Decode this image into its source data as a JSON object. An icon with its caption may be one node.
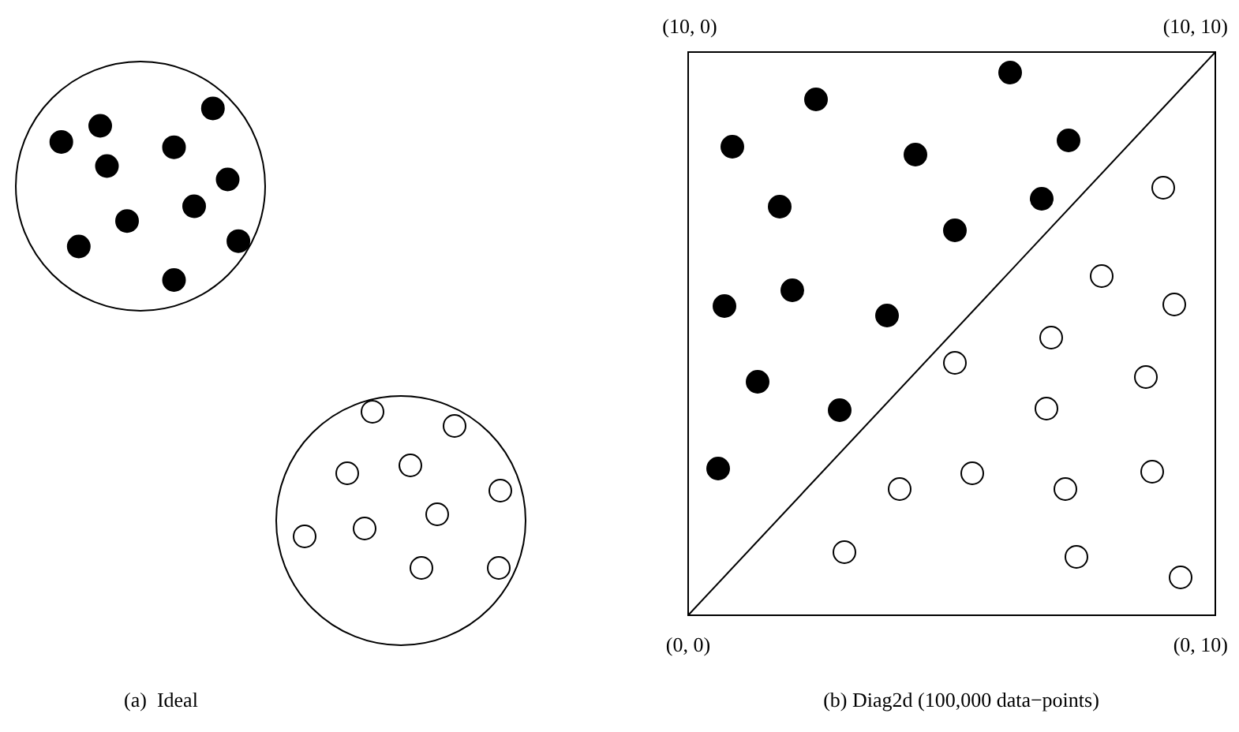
{
  "diagram": {
    "labels": [
      "(10, 0)",
      "(10, 10)",
      "(0, 0)",
      "(0, 10)",
      "(a)  Ideal",
      "(b) Diag2d (100,000 data−points)"
    ]
  }
}
